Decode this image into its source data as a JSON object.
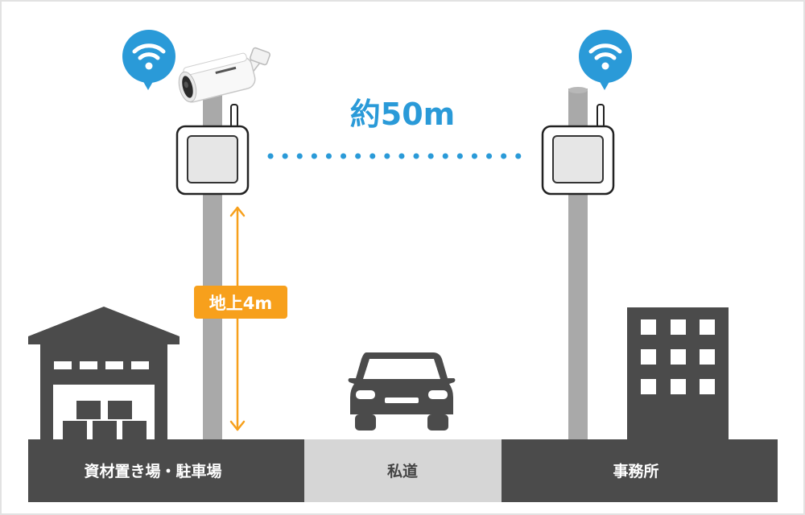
{
  "diagram": {
    "distance_label": "約50m",
    "height_label": "地上4m",
    "ground_labels": {
      "left": "資材置き場・駐車場",
      "middle": "私道",
      "right": "事務所"
    },
    "colors": {
      "accent_blue": "#2a9ad8",
      "accent_orange": "#f7a01c",
      "pole": "#a9a9a9",
      "building_dark": "#4b4b4b",
      "road_light": "#d6d6d6"
    },
    "icons": [
      "wifi-icon",
      "camera-icon",
      "wireless-ap-icon",
      "warehouse-icon",
      "car-icon",
      "office-building-icon"
    ]
  }
}
